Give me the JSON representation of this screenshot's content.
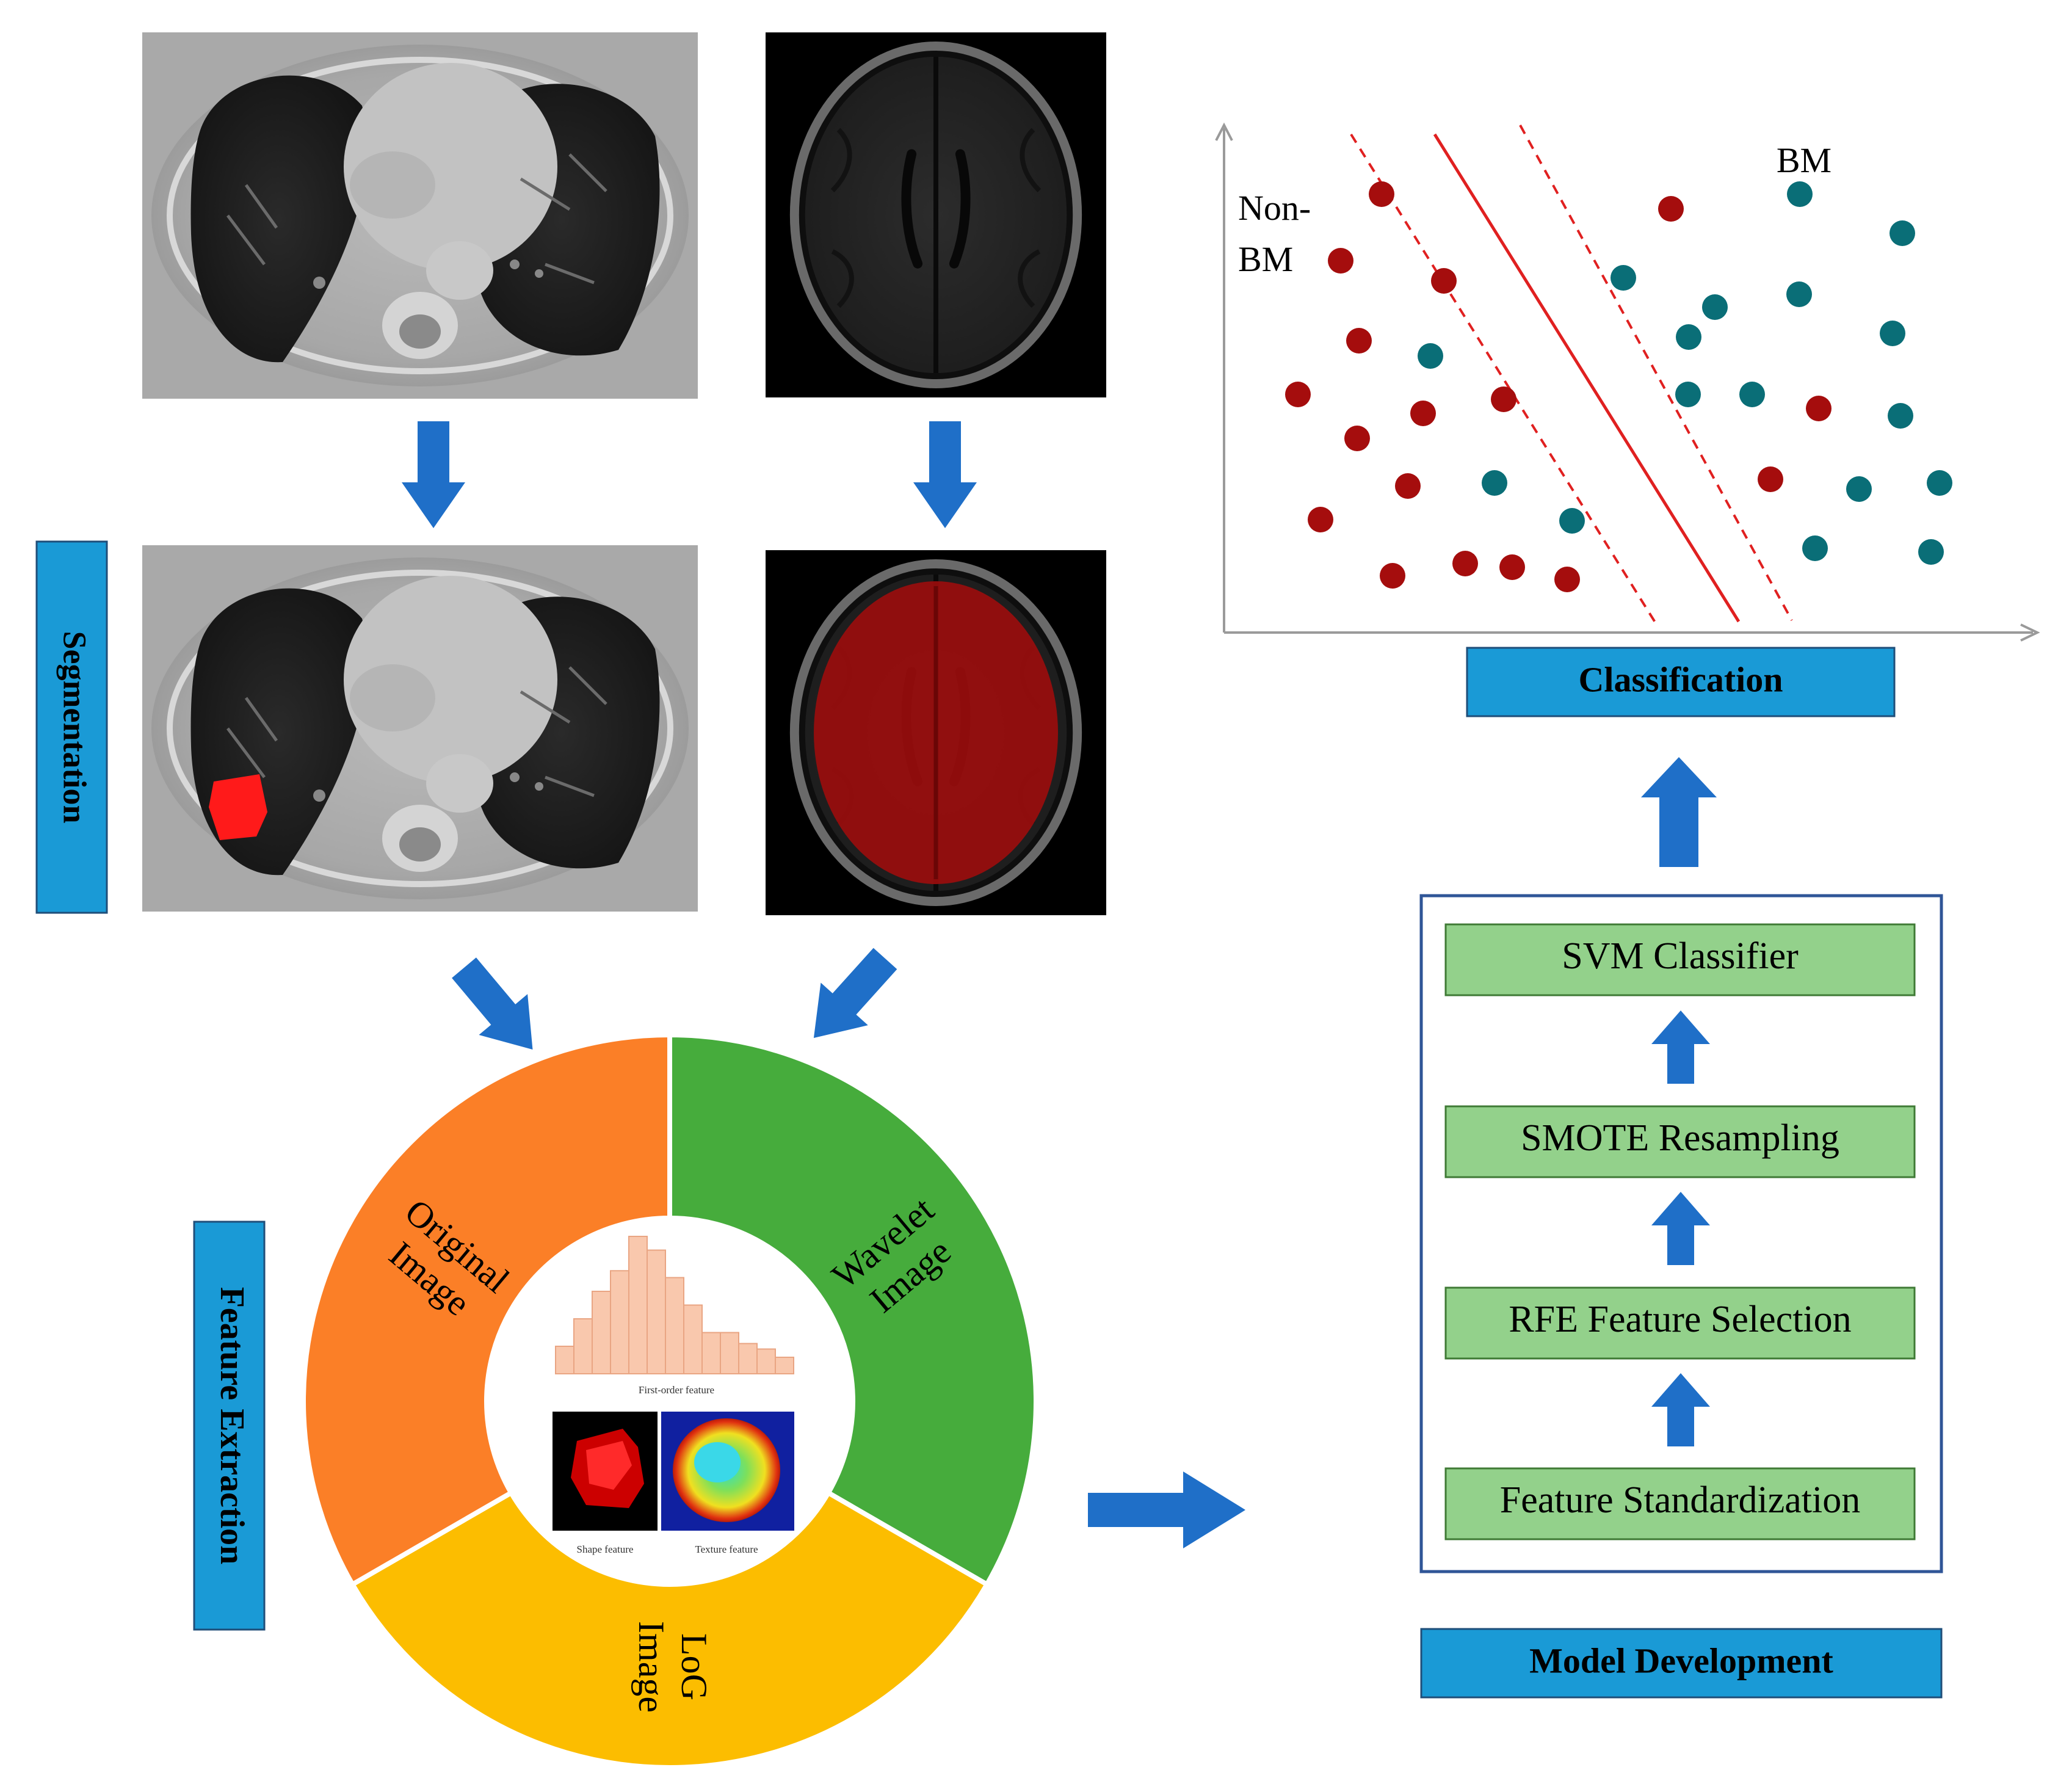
{
  "labels": {
    "segmentation": "Segmentation",
    "feature_extraction": "Feature Extraction",
    "classification": "Classification",
    "model_development": "Model Development"
  },
  "donut": {
    "original": [
      "Original",
      "Image"
    ],
    "wavelet": [
      "Wavelet",
      "Image"
    ],
    "log": [
      "LoG",
      "Image"
    ],
    "inner_captions": {
      "first_order": "First-order feature",
      "shape": "Shape feature",
      "texture": "Texture feature"
    },
    "histogram_values": [
      2,
      4,
      6,
      7.5,
      10,
      9,
      7,
      5,
      3,
      3,
      2.2,
      1.8,
      1.2
    ]
  },
  "pipeline_steps": [
    "SVM  Classifier",
    "SMOTE  Resampling",
    "RFE Feature Selection",
    "Feature Standardization"
  ],
  "scatter": {
    "label_non_bm": [
      "Non-",
      "BM"
    ],
    "label_bm": "BM"
  },
  "colors": {
    "label_box": "#1a9ad6",
    "label_border": "#1f4e79",
    "arrow": "#1f6fc8",
    "step_fill": "#93d18b",
    "step_border": "#3f7a35",
    "pipeline_border": "#2f5597",
    "red_point": "#a50d0d",
    "teal_point": "#0a6e77",
    "svm_line": "#e02020",
    "orange": "#fb7f27",
    "green": "#46ac3c",
    "yellow": "#fcbd00",
    "histogram": "#f9c8ad"
  }
}
